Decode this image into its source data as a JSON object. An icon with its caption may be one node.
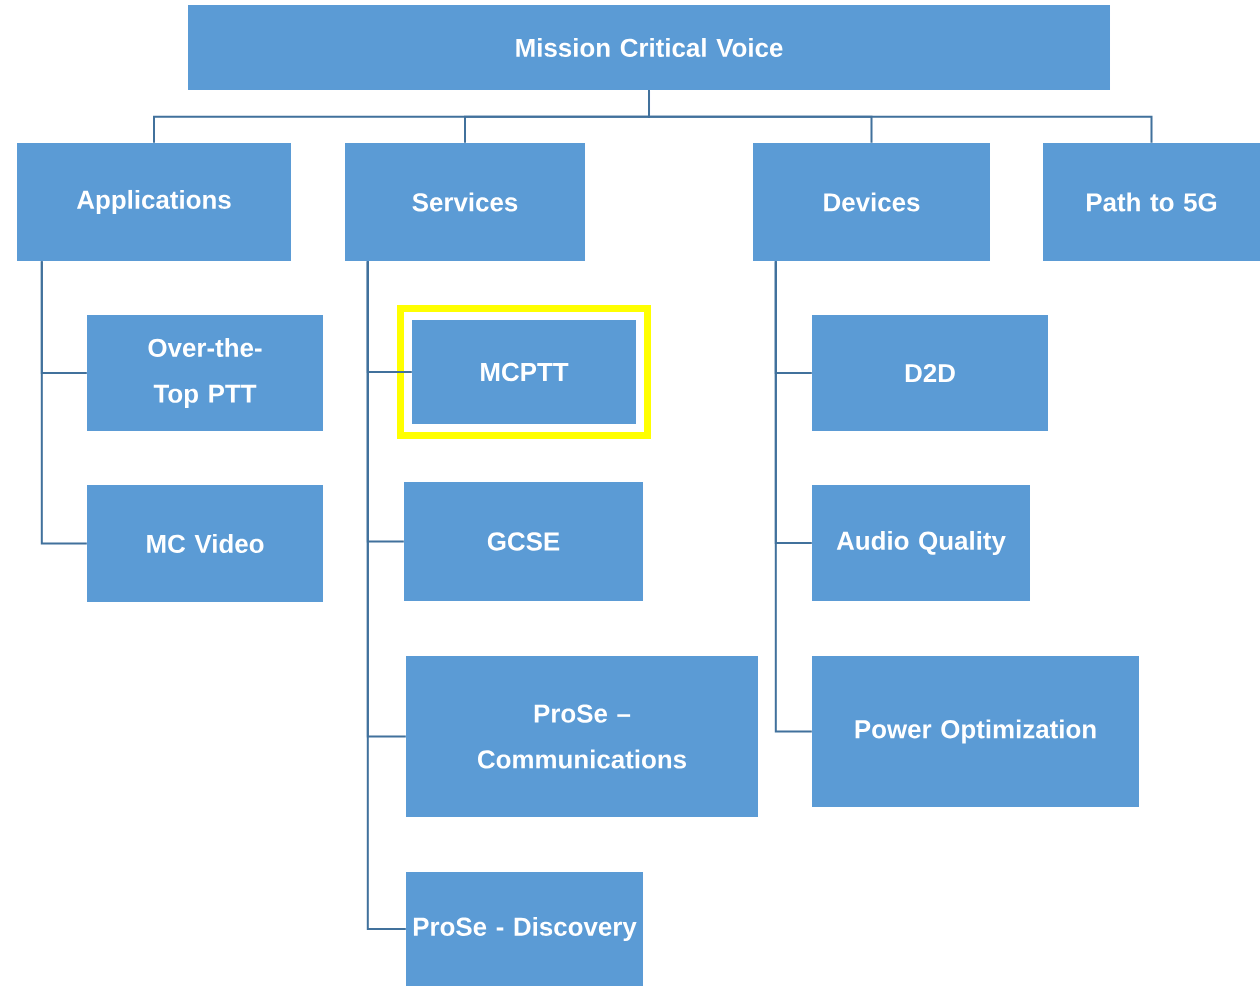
{
  "diagram": {
    "nodes": [
      {
        "text": [
          "Mission Critical Voice"
        ]
      },
      {
        "text": [
          "Applications"
        ]
      },
      {
        "text": [
          "Services"
        ]
      },
      {
        "text": [
          "Devices"
        ]
      },
      {
        "text": [
          "Path to 5G"
        ]
      },
      {
        "text": [
          "Over-the-Top PTT"
        ]
      },
      {
        "text": [
          "MC Video"
        ]
      },
      {
        "text": [
          "MCPTT"
        ]
      },
      {
        "text": [
          "GCSE"
        ]
      },
      {
        "text": [
          "ProSe – Communications"
        ]
      },
      {
        "text": [
          "ProSe - Discovery"
        ]
      },
      {
        "text": [
          "D2D"
        ]
      },
      {
        "text": [
          "Audio Quality"
        ]
      },
      {
        "text": [
          "Power Optimization"
        ]
      }
    ],
    "edges": [
      {
        "from": 0,
        "to": 1,
        "arrow": "none"
      },
      {
        "from": 0,
        "to": 2,
        "arrow": "none"
      },
      {
        "from": 0,
        "to": 3,
        "arrow": "none"
      },
      {
        "from": 0,
        "to": 4,
        "arrow": "none"
      },
      {
        "from": 1,
        "to": 5,
        "arrow": "none"
      },
      {
        "from": 1,
        "to": 6,
        "arrow": "none"
      },
      {
        "from": 2,
        "to": 7,
        "arrow": "none"
      },
      {
        "from": 2,
        "to": 8,
        "arrow": "none"
      },
      {
        "from": 2,
        "to": 9,
        "arrow": "none"
      },
      {
        "from": 2,
        "to": 10,
        "arrow": "none"
      },
      {
        "from": 3,
        "to": 11,
        "arrow": "none"
      },
      {
        "from": 3,
        "to": 12,
        "arrow": "none"
      },
      {
        "from": 3,
        "to": 13,
        "arrow": "none"
      }
    ]
  }
}
